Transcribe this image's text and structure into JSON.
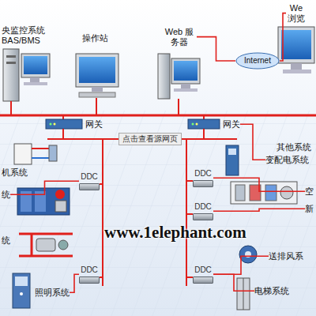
{
  "diagram": {
    "nodes": [
      {
        "text": [
          "央监控系统",
          "BAS/BMS"
        ]
      },
      {
        "text": [
          "操作站"
        ]
      },
      {
        "text": [
          "Web 服务器"
        ]
      },
      {
        "text": [
          "Internet"
        ]
      },
      {
        "text": [
          "We 浏览"
        ]
      },
      {
        "text": [
          "网关"
        ]
      },
      {
        "text": [
          "网关"
        ]
      },
      {
        "text": [
          "机系统"
        ]
      },
      {
        "text": [
          "其他系统"
        ]
      },
      {
        "text": [
          "变配电系统"
        ]
      },
      {
        "text": [
          "DDC"
        ]
      },
      {
        "text": [
          "DDC"
        ]
      },
      {
        "text": [
          "空"
        ]
      },
      {
        "text": [
          "统"
        ]
      },
      {
        "text": [
          "DDC"
        ]
      },
      {
        "text": [
          "新"
        ]
      },
      {
        "text": [
          "统"
        ]
      },
      {
        "text": [
          "送排风系"
        ]
      },
      {
        "text": [
          "DDC"
        ]
      },
      {
        "text": [
          "DDC"
        ]
      },
      {
        "text": [
          "照明系统"
        ]
      },
      {
        "text": [
          "电梯系统"
        ]
      }
    ],
    "edges": [
      {
        "from": 2,
        "to": 3,
        "arrow": "none"
      },
      {
        "from": 3,
        "to": 4,
        "arrow": "none"
      },
      {
        "from": 6,
        "to": 9,
        "arrow": "none"
      },
      {
        "from": 10,
        "to": 13,
        "arrow": "none"
      },
      {
        "from": 11,
        "to": 12,
        "arrow": "none"
      },
      {
        "from": 14,
        "to": 15,
        "arrow": "none"
      },
      {
        "from": 19,
        "to": 17,
        "arrow": "none"
      },
      {
        "from": 19,
        "to": 21,
        "arrow": "none"
      },
      {
        "from": 18,
        "to": 20,
        "arrow": "none"
      }
    ],
    "labels": [
      "点击查看源网页",
      "www.1elephant.com"
    ]
  }
}
